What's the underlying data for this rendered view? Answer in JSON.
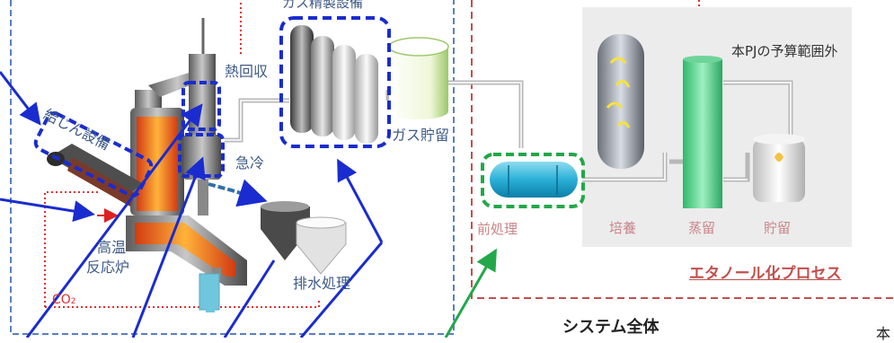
{
  "labels": {
    "gas_refining": "ガス精製設備",
    "heat_recovery": "熱回収",
    "feed_equipment": "給じん設備",
    "quench": "急冷",
    "gas_storage": "ガス貯留",
    "high_temp": "高温",
    "reactor": "反応炉",
    "wastewater": "排水処理",
    "co2_main": "CO",
    "co2_sub": "2",
    "pretreatment": "前処理",
    "out_of_budget": "本PJの予算範囲外",
    "culture": "培養",
    "distillation": "蒸留",
    "ethanol_storage": "貯留",
    "ethanol_process": "エタノール化プロセス",
    "system_whole": "システム全体",
    "corner_fragment": "本"
  },
  "colors": {
    "blue_frame": "#5a80c0",
    "red_dotted": "#e03030",
    "navy_highlight": "#1a2ccf",
    "green_highlight": "#22a84a",
    "label_blue": "#3e5a86",
    "label_pink": "#c9848a",
    "ethanol_red": "#c0504d"
  }
}
